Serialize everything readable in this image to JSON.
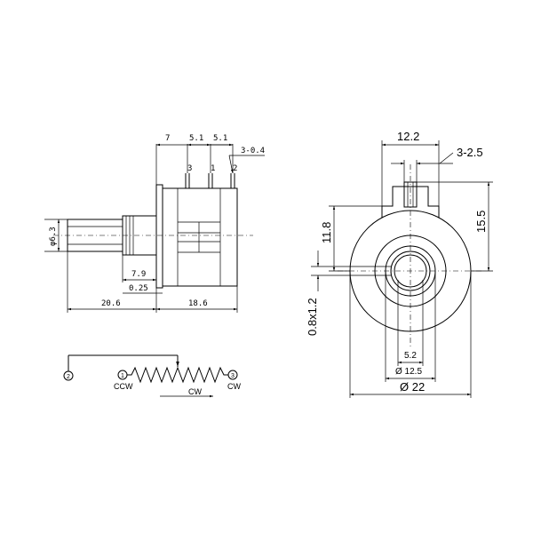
{
  "side_view": {
    "dims": {
      "d7": "7",
      "d5_1a": "5.1",
      "d5_1b": "5.1",
      "d3_0_4": "3-0.4",
      "dia6_3": "φ6.3",
      "d7_9": "7.9",
      "d0_25": "0.25",
      "d20_6": "20.6",
      "d18_6": "18.6"
    },
    "pins": {
      "p3": "3",
      "p1": "1",
      "p2": "2"
    }
  },
  "front_view": {
    "dims": {
      "d12_2": "12.2",
      "d3_2_5": "3-2.5",
      "d15_5": "15.5",
      "d11_8": "11.8",
      "d0_8x1_2": "0.8x1.2",
      "d5_2": "5.2",
      "dia12_5": "Ø 12.5",
      "dia22": "Ø 22"
    }
  },
  "schematic": {
    "term2": "2",
    "term1": "1",
    "term3": "3",
    "ccw": "CCW",
    "cw_right": "CW",
    "cw_arrow": "CW"
  }
}
